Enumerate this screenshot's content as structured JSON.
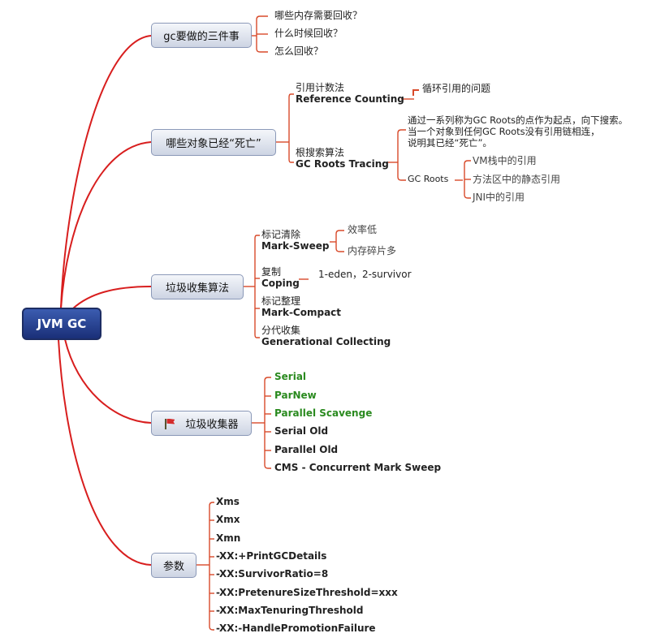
{
  "root": {
    "label": "JVM GC"
  },
  "branches": {
    "three_things": {
      "label": "gc要做的三件事",
      "items": [
        "哪些内存需要回收？",
        "什么时候回收？",
        "怎么回收？"
      ]
    },
    "dead_objects": {
      "label": "哪些对象已经“死亡”",
      "reference_counting": {
        "cn": "引用计数法",
        "en": "Reference Counting",
        "note": "循环引用的问题"
      },
      "gc_roots_tracing": {
        "cn": "根搜索算法",
        "en": "GC Roots Tracing",
        "desc_lines": [
          "通过一系列称为GC Roots的点作为起点，向下搜索。",
          "当一个对象到任何GC Roots没有引用链相连，",
          "说明其已经“死亡”。"
        ],
        "gc_roots_label": "GC Roots",
        "gc_roots_items": [
          "VM栈中的引用",
          "方法区中的静态引用",
          "JNI中的引用"
        ]
      }
    },
    "algorithms": {
      "label": "垃圾收集算法",
      "mark_sweep": {
        "cn": "标记清除",
        "en": "Mark-Sweep",
        "notes": [
          "效率低",
          "内存碎片多"
        ]
      },
      "coping": {
        "cn": "复制",
        "en": "Coping",
        "note": "1-eden，2-survivor"
      },
      "mark_compact": {
        "cn": "标记整理",
        "en": "Mark-Compact"
      },
      "generational": {
        "cn": "分代收集",
        "en": "Generational Collecting"
      }
    },
    "collectors": {
      "label": "垃圾收集器",
      "items": [
        "Serial",
        "ParNew",
        "Parallel Scavenge",
        "Serial Old",
        "Parallel Old",
        "CMS - Concurrent Mark Sweep"
      ]
    },
    "params": {
      "label": "参数",
      "items": [
        "Xms",
        "Xmx",
        "Xmn",
        "-XX:+PrintGCDetails",
        "-XX:SurvivorRatio=8",
        "-XX:PretenureSizeThreshold=xxx",
        "-XX:MaxTenuringThreshold",
        "-XX:-HandlePromotionFailure"
      ]
    }
  },
  "colors": {
    "branch_line": "#d81e1e",
    "leaf_line": "#d84a2a",
    "green_text": "#2a8a1f",
    "root_fill": "#1a2f78"
  }
}
